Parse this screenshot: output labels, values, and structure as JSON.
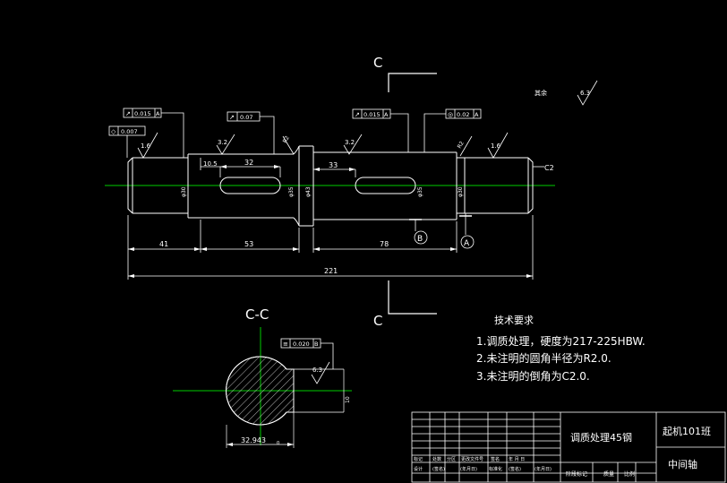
{
  "drawing": {
    "background": "#000000",
    "line_color": "#ffffff",
    "centerline_color": "#00cc00"
  },
  "section_marks": {
    "top": "C",
    "bottom": "C"
  },
  "section_view": {
    "title": "C-C",
    "tolerance_value": "0.020",
    "datum": "B",
    "roughness": "6.3",
    "width_dim": "32.943",
    "width_dim_suffix": "0",
    "keyway_dim": "10"
  },
  "callouts": {
    "rest_label": "其余",
    "rest_roughness": "6.3",
    "left_ra": "1.6",
    "right_ra": "1.6",
    "mid_ra_left": "3.2",
    "mid_ra_right": "3.2",
    "chamfer_right": "C2",
    "fillet_left": "R2",
    "fillet_right": "R2"
  },
  "fcf": [
    {
      "symbol": "↗",
      "value": "0.015",
      "datum": "A"
    },
    {
      "symbol": "◇",
      "value": "0.007",
      "datum": ""
    },
    {
      "symbol": "↗",
      "value": "0.07",
      "datum": ""
    },
    {
      "symbol": "↗",
      "value": "0.015",
      "datum": "A"
    },
    {
      "symbol": "◎",
      "value": "0.02",
      "datum": "A"
    }
  ],
  "dimensions": {
    "key1_offset": "10.5",
    "key1_length": "32",
    "key2_offset": "33",
    "left_journal": "41",
    "mid_length": "53",
    "right_length": "78",
    "overall": "221",
    "dia_left": "φ30",
    "dia_mid1": "φ35",
    "dia_collar": "φ43",
    "dia_mid2": "φ35",
    "dia_right": "φ30"
  },
  "datums": {
    "b": "B",
    "a": "A"
  },
  "tech_requirements": {
    "heading": "技术要求",
    "items": [
      "1.调质处理，硬度为217-225HBW.",
      "2.未注明的圆角半径为R2.0.",
      "3.未注明的倒角为C2.0."
    ]
  },
  "title_block": {
    "material": "调质处理45钢",
    "class_name": "起机101班",
    "part_name": "中间轴",
    "row1": [
      "标记",
      "处数",
      "分区",
      "更改文件号",
      "签名",
      "年 月 日"
    ],
    "row2": [
      "设计",
      "(签名)",
      "(年月日)",
      "标准化",
      "(签名)",
      "(年月日)"
    ],
    "row3": [
      "阶段标记",
      "质量",
      "比例"
    ]
  }
}
